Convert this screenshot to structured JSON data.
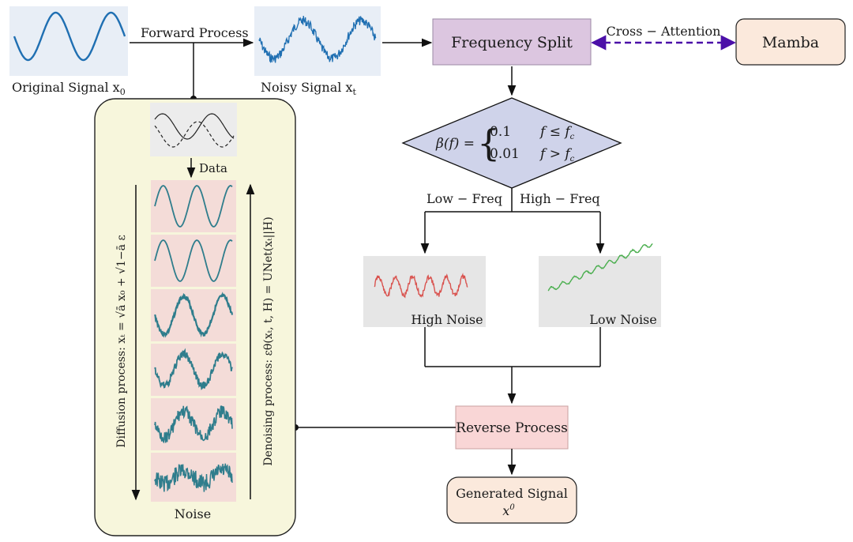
{
  "signals": {
    "original": "Original Signal x",
    "original_sub": "0",
    "noisy": "Noisy Signal x",
    "noisy_sub": "t"
  },
  "edges": {
    "forward": "Forward Process",
    "cross_attention": "Cross − Attention",
    "low_freq": "Low − Freq",
    "high_freq": "High − Freq",
    "data": "Data"
  },
  "boxes": {
    "frequency_split": "Frequency Split",
    "mamba": "Mamba",
    "reverse": "Reverse Process",
    "generated_line1": "Generated Signal",
    "generated_line2": "x",
    "generated_sup": "0"
  },
  "decision": {
    "lhs": "β(f) =",
    "row1_val": "0.1",
    "row1_cond": "f ≤ f",
    "row1_sub": "c",
    "row2_val": "0.01",
    "row2_cond": "f > f",
    "row2_sub": "c"
  },
  "panels": {
    "high_noise": "High Noise",
    "low_noise": "Low Noise"
  },
  "left_panel": {
    "diffusion": "Diffusion process: xₜ = √ā x₀ + √1−ā ε",
    "denoising": "Denoising process: εθ(xₜ, t, H) = UNet(xₜ||H)",
    "noise": "Noise"
  },
  "colors": {
    "wave_blue": "#1f6fb2",
    "wave_teal": "#2f7d8c",
    "split_fill": "#dcc6e0",
    "mamba_fill": "#fbe9dc",
    "decision_fill": "#cfd3ea",
    "reverse_fill": "#f9d6d6",
    "left_panel_fill": "#f7f6dc",
    "arrow_purple": "#4b10a8"
  }
}
